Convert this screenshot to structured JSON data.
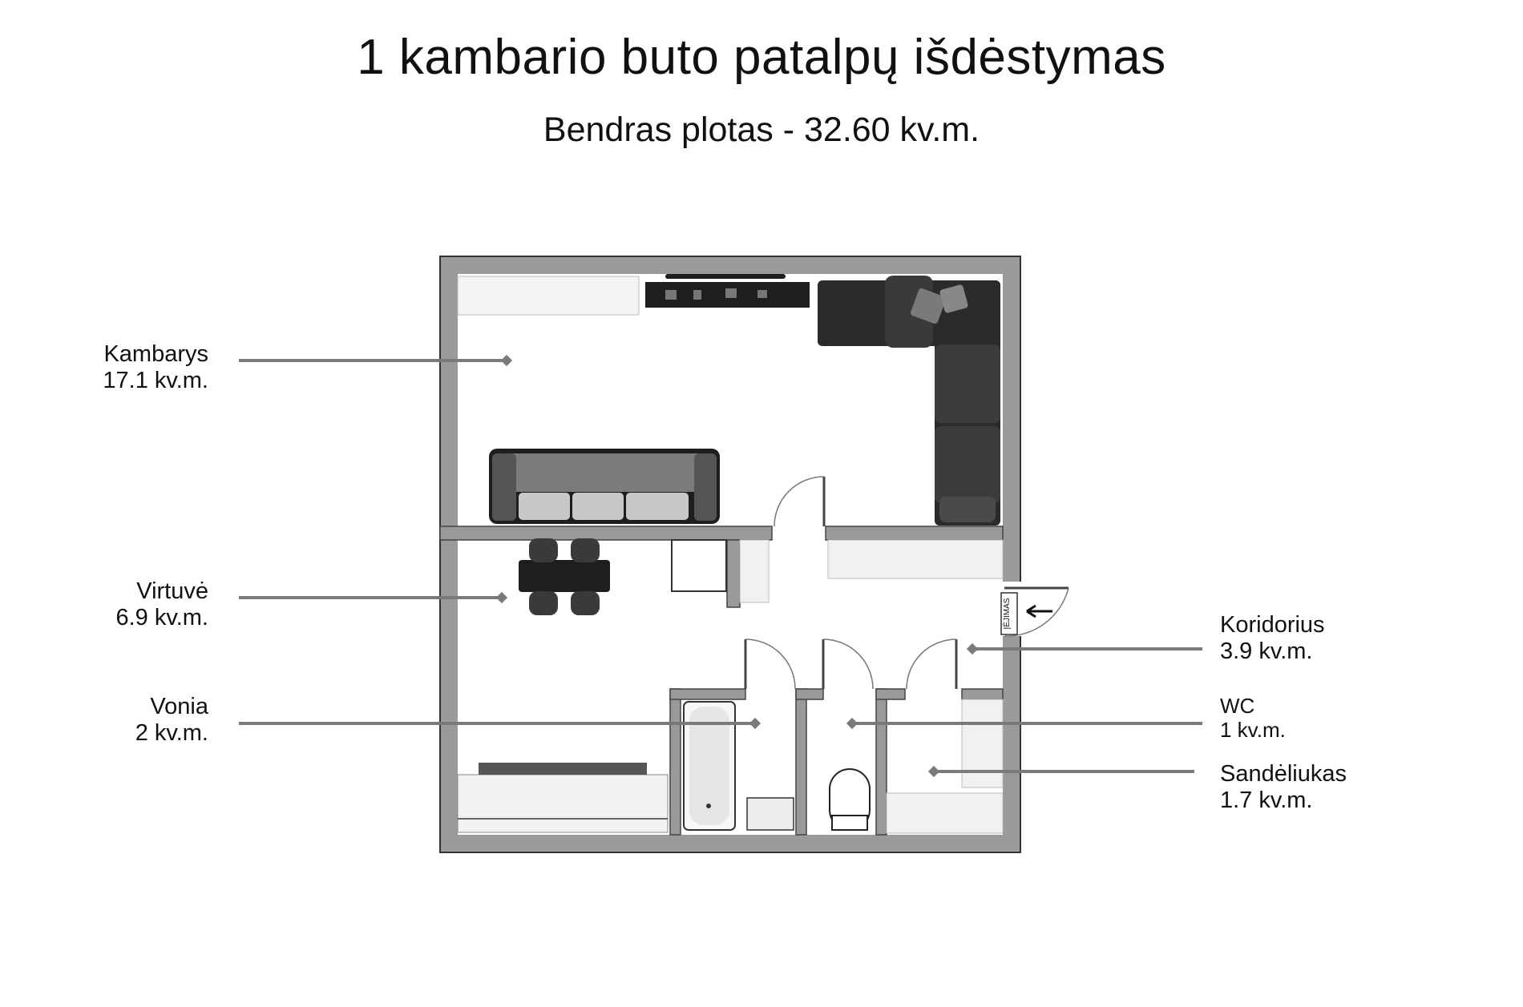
{
  "title": "1 kambario buto patalpų išdėstymas",
  "subtitle": "Bendras plotas - 32.60 kv.m.",
  "entrance_label": "ĮĖJIMAS",
  "rooms": [
    {
      "name": "Kambarys",
      "area": "17.1 kv.m."
    },
    {
      "name": "Virtuvė",
      "area": "6.9 kv.m."
    },
    {
      "name": "Vonia",
      "area": "2 kv.m."
    },
    {
      "name": "Koridorius",
      "area": "3.9 kv.m."
    },
    {
      "name": "WC",
      "area": "1 kv.m."
    },
    {
      "name": "Sandėliukas",
      "area": "1.7 kv.m."
    }
  ],
  "colors": {
    "wall": "#9a9a9a",
    "wall_border": "#333333",
    "leader": "#7a7a7a",
    "furniture_dark": "#2b2b2b"
  }
}
